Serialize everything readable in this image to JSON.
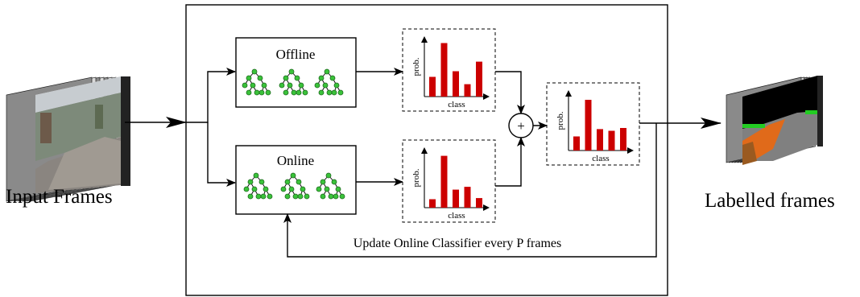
{
  "labels": {
    "input_frames": "Input Frames",
    "labelled_frames": "Labelled frames",
    "offline": "Offline",
    "online": "Online",
    "update_caption": "Update Online Classifier every P frames",
    "combine_symbol": "+"
  },
  "histograms": {
    "offline": {
      "ylabel": "prob.",
      "xlabel": "class",
      "values": [
        0.35,
        0.95,
        0.45,
        0.22,
        0.62
      ]
    },
    "online": {
      "ylabel": "prob.",
      "xlabel": "class",
      "values": [
        0.15,
        0.92,
        0.32,
        0.37,
        0.17
      ]
    },
    "combined": {
      "ylabel": "prob.",
      "xlabel": "class",
      "values": [
        0.25,
        0.9,
        0.38,
        0.35,
        0.4
      ]
    }
  },
  "colors": {
    "bar": "#cc0000",
    "node": "#3ac23a",
    "road": "#808080",
    "sidewalk": "#e06a1a",
    "pavement": "#9a5a20",
    "vegetation": "#22cc22",
    "sky": "#000000"
  }
}
